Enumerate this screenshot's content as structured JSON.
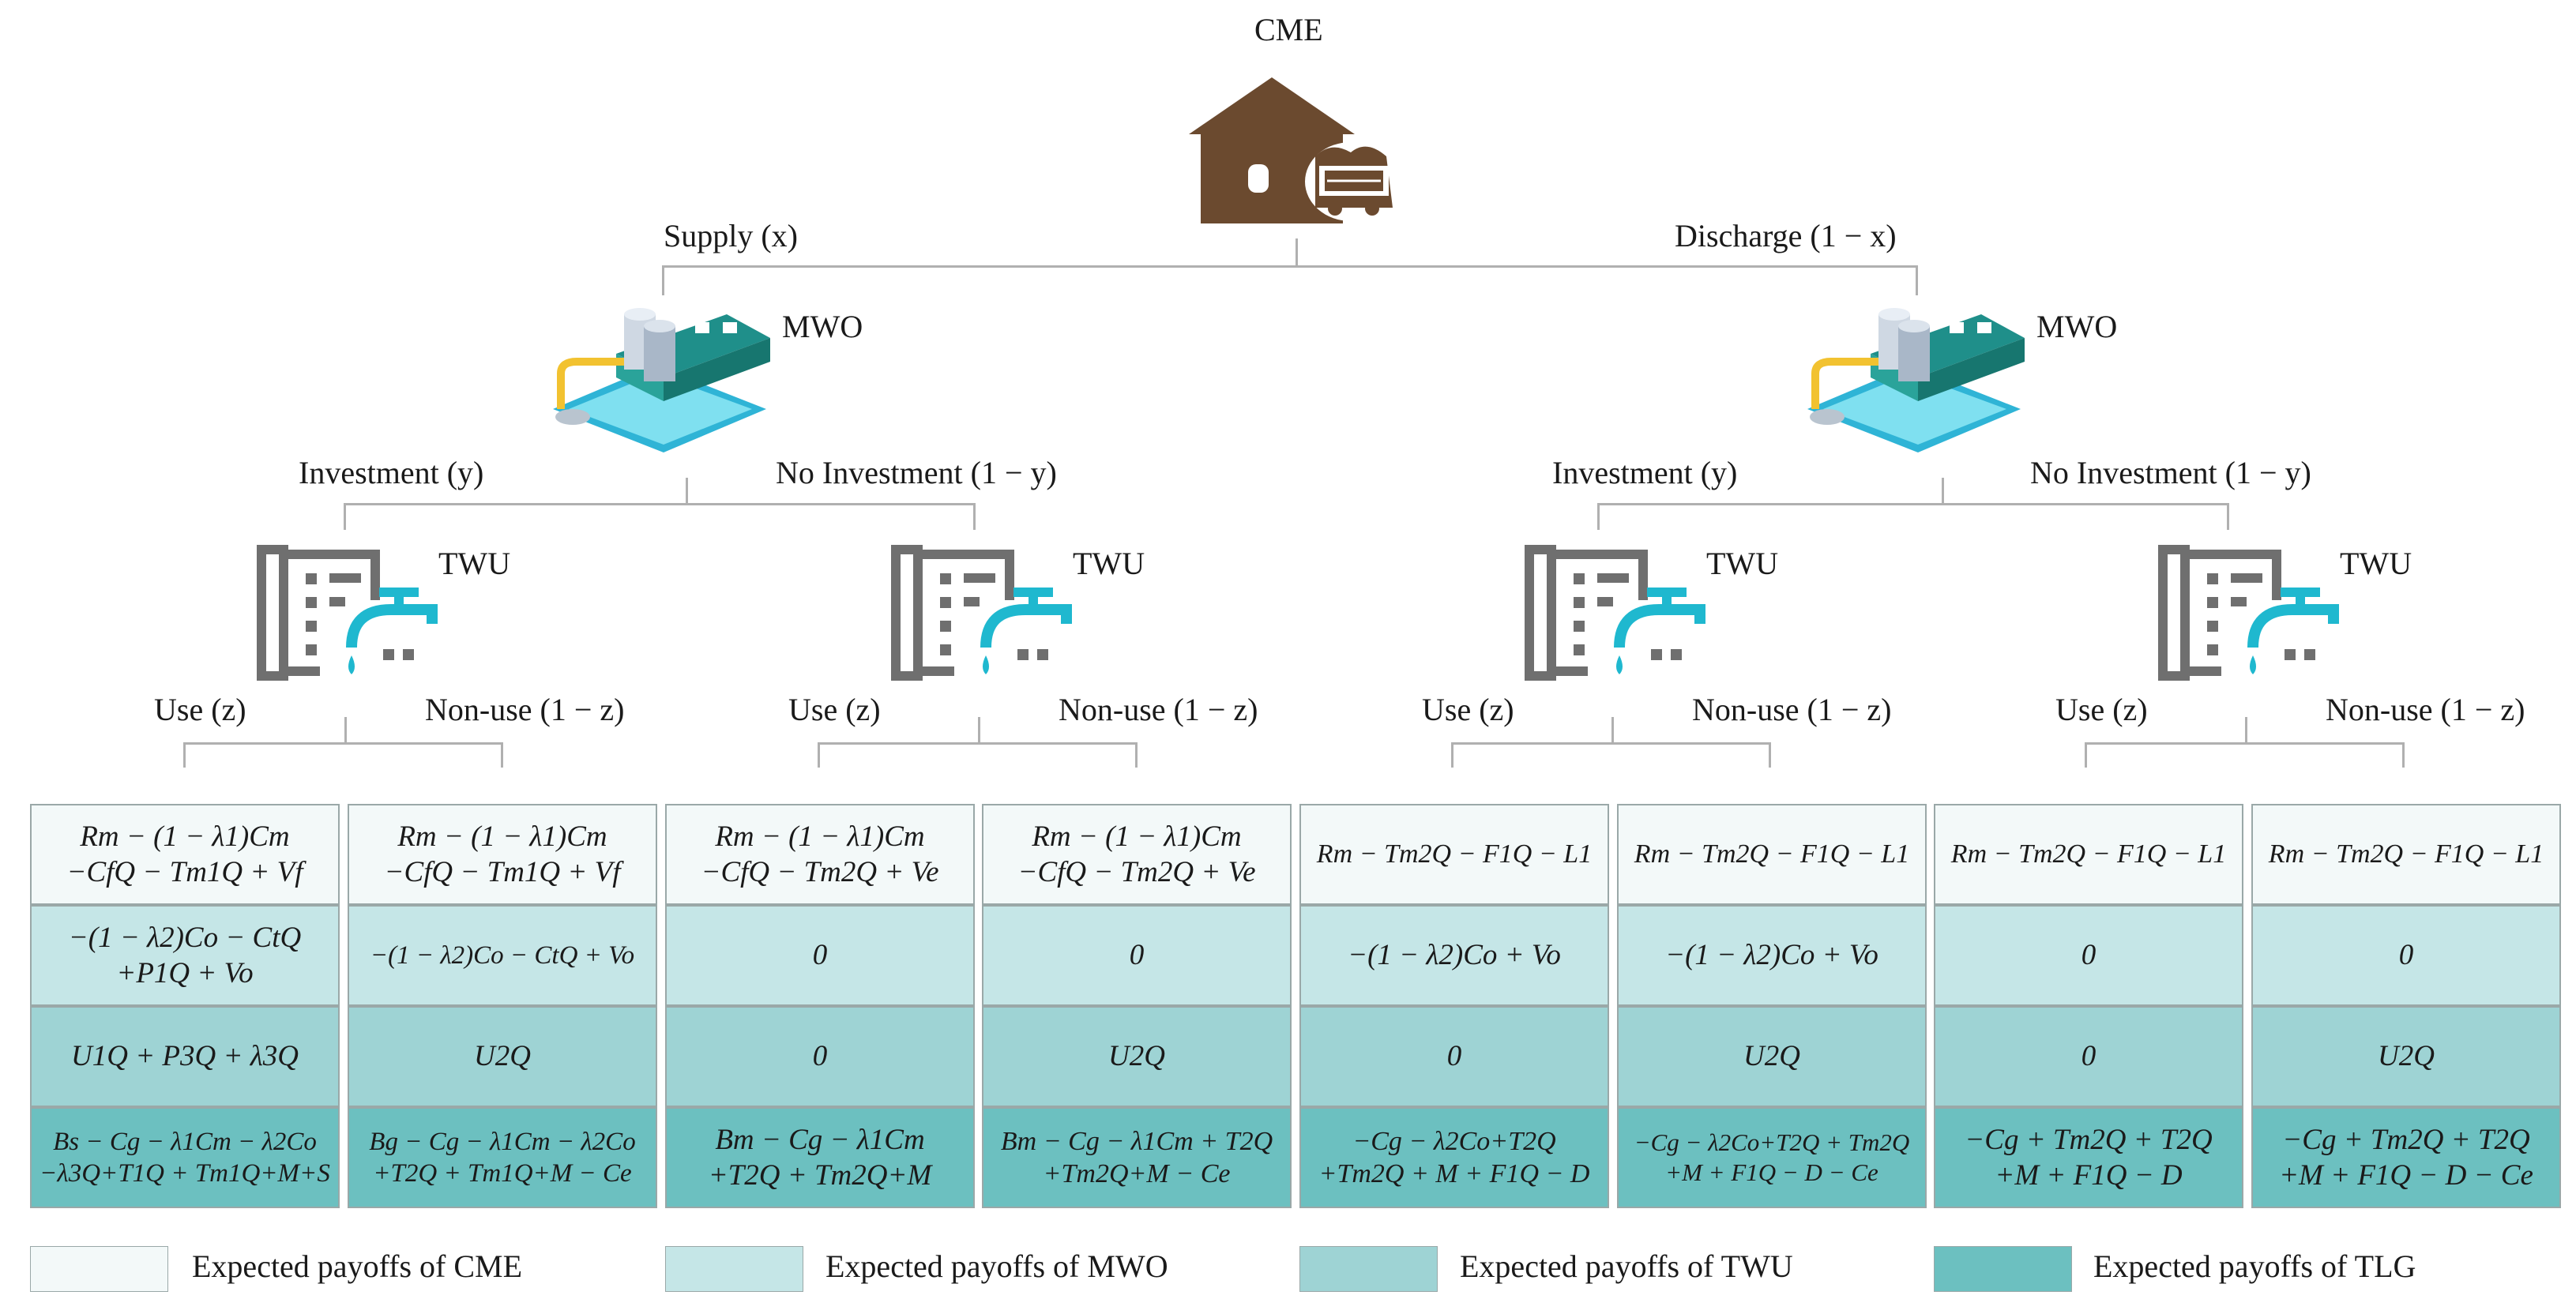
{
  "root": {
    "label": "CME",
    "icon": "house-cart-icon"
  },
  "level1": {
    "left": "Supply (x)",
    "right": "Discharge (1 − x)"
  },
  "mwo": {
    "label": "MWO",
    "icon": "water-plant-icon"
  },
  "level2": {
    "left": "Investment (y)",
    "right": "No Investment (1 − y)"
  },
  "twu": {
    "label": "TWU",
    "icon": "water-utility-tap-icon"
  },
  "level3": {
    "left": "Use (z)",
    "right": "Non-use (1 − z)"
  },
  "payoffs": [
    [
      "Rm − (1 − λ1)Cm\n−CfQ − Tm1Q + Vf",
      "−(1 − λ2)Co − CtQ\n+P1Q + Vo",
      "U1Q + P3Q + λ3Q",
      "Bs − Cg − λ1Cm − λ2Co\n−λ3Q+T1Q + Tm1Q+M+S"
    ],
    [
      "Rm − (1 − λ1)Cm\n−CfQ − Tm1Q + Vf",
      "−(1 − λ2)Co − CtQ + Vo",
      "U2Q",
      "Bg − Cg − λ1Cm − λ2Co\n+T2Q + Tm1Q+M − Ce"
    ],
    [
      "Rm − (1 − λ1)Cm\n−CfQ − Tm2Q + Ve",
      "0",
      "0",
      "Bm − Cg − λ1Cm\n+T2Q + Tm2Q+M"
    ],
    [
      "Rm − (1 − λ1)Cm\n−CfQ − Tm2Q + Ve",
      "0",
      "U2Q",
      "Bm − Cg − λ1Cm + T2Q\n+Tm2Q+M − Ce"
    ],
    [
      "Rm − Tm2Q − F1Q − L1",
      "−(1 − λ2)Co + Vo",
      "0",
      "−Cg − λ2Co+T2Q\n+Tm2Q + M + F1Q − D"
    ],
    [
      "Rm − Tm2Q − F1Q − L1",
      "−(1 − λ2)Co + Vo",
      "U2Q",
      "−Cg − λ2Co+T2Q + Tm2Q\n+M + F1Q − D − Ce"
    ],
    [
      "Rm − Tm2Q − F1Q − L1",
      "0",
      "0",
      "−Cg + Tm2Q + T2Q\n+M + F1Q − D"
    ],
    [
      "Rm − Tm2Q − F1Q − L1",
      "0",
      "U2Q",
      "−Cg + Tm2Q + T2Q\n+M + F1Q − D − Ce"
    ]
  ],
  "legend": [
    {
      "label": "Expected payoffs of CME",
      "color": "#f3f9f9"
    },
    {
      "label": "Expected payoffs of MWO",
      "color": "#c5e6e7"
    },
    {
      "label": "Expected payoffs of TWU",
      "color": "#9ed3d4"
    },
    {
      "label": "Expected payoffs of TLG",
      "color": "#6cc0c0"
    }
  ],
  "colors": {
    "house": "#6b4a2f",
    "twu_gray": "#6f6f6f",
    "twu_cyan": "#1fb8cf",
    "line": "#b0b0b0"
  }
}
